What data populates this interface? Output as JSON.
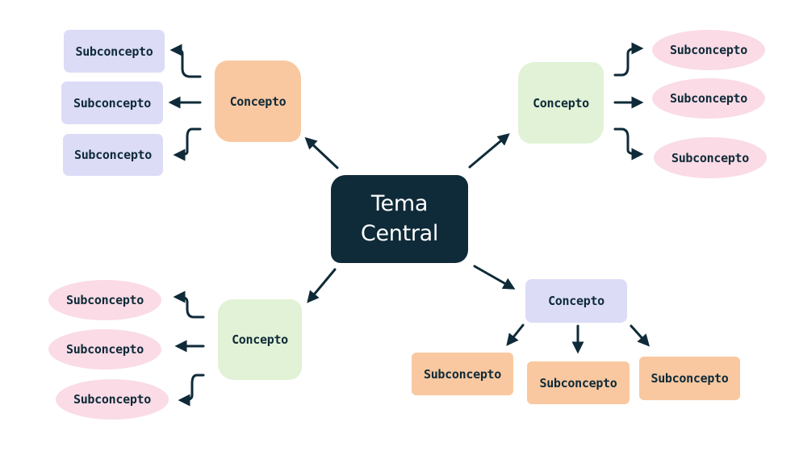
{
  "diagram": {
    "central": {
      "line1": "Tema",
      "line2": "Central"
    },
    "concepts": [
      {
        "label": "Concepto",
        "color": "#f9c8a0"
      },
      {
        "label": "Concepto",
        "color": "#e1f2d6"
      },
      {
        "label": "Concepto",
        "color": "#e1f2d6"
      },
      {
        "label": "Concepto",
        "color": "#dcdcf7"
      }
    ],
    "subconcepts": [
      "Subconcepto",
      "Subconcepto",
      "Subconcepto",
      "Subconcepto",
      "Subconcepto",
      "Subconcepto",
      "Subconcepto",
      "Subconcepto",
      "Subconcepto",
      "Subconcepto",
      "Subconcepto",
      "Subconcepto"
    ],
    "colors": {
      "dark_navy": "#0f2a38",
      "peach": "#f9c8a0",
      "mint": "#e1f2d6",
      "lavender": "#dcdcf7",
      "pink": "#fadbe6"
    }
  }
}
